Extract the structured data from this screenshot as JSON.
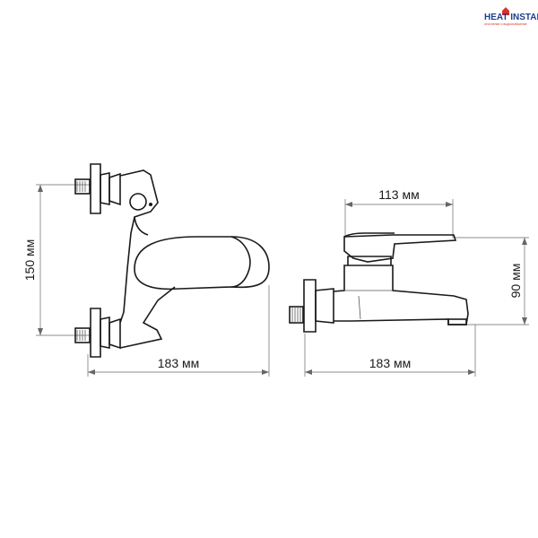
{
  "logo": {
    "name": "HEAT INSTALL",
    "tagline": "отопление и водоснабжение",
    "colors": {
      "primary": "#1f3e8a",
      "accent": "#d8322b"
    }
  },
  "front_view": {
    "height_label": "150 мм",
    "width_label": "183 мм"
  },
  "side_view": {
    "handle_width_label": "113 мм",
    "height_label": "90 мм",
    "width_label": "183 мм"
  }
}
